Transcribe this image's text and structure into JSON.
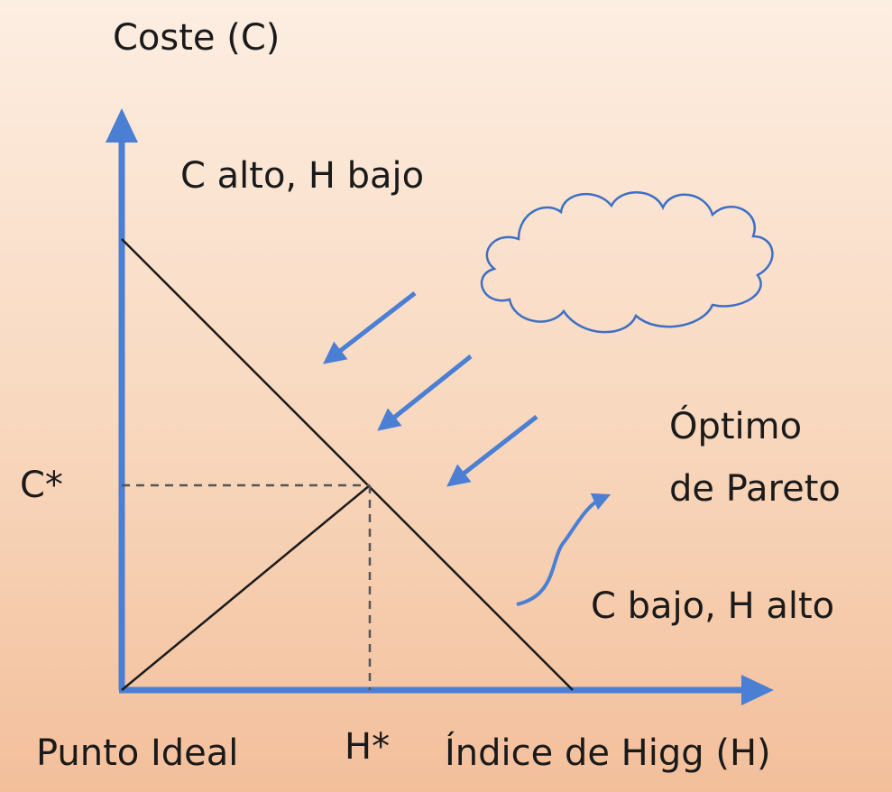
{
  "labels": {
    "y_axis": "Coste (C)",
    "x_axis": "Índice de Higg (H)",
    "top_left_region": "C alto, H bajo",
    "pareto_line1": "Óptimo",
    "pareto_line2": "de Pareto",
    "bottom_right_region": "C bajo, H alto",
    "c_star": "C*",
    "h_star": "H*",
    "origin": "Punto Ideal"
  },
  "colors": {
    "axis": "#4a7fd4",
    "arrow": "#4a7fd4",
    "line": "#1a1a1a",
    "dashed": "#555555",
    "cloud": "#3d6fc4"
  }
}
